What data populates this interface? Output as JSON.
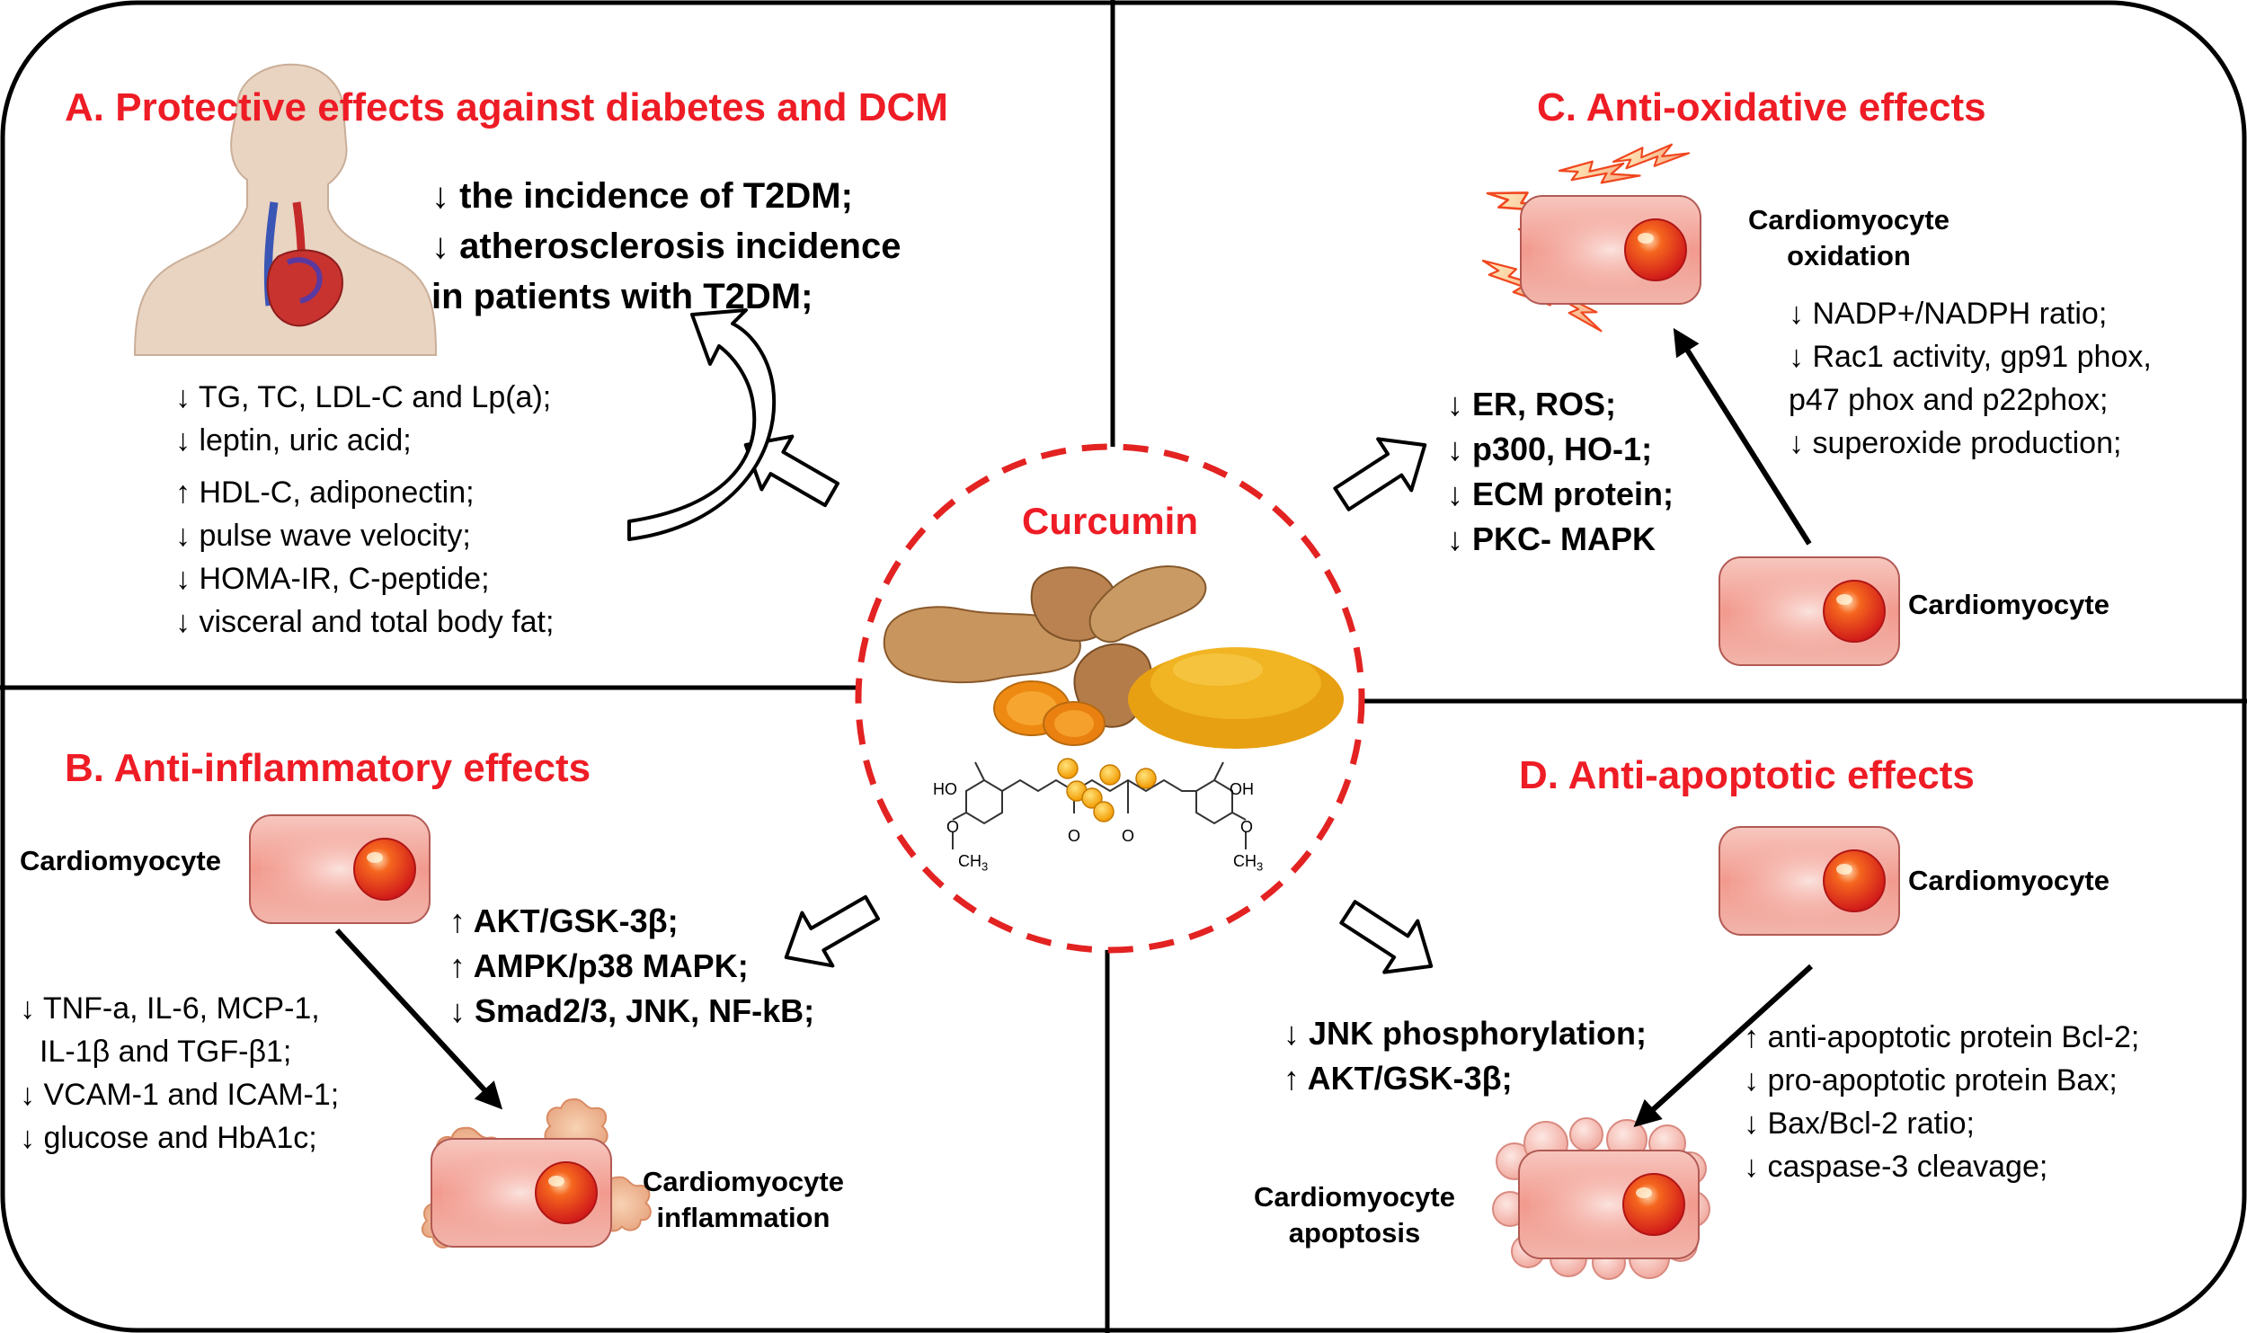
{
  "center": {
    "label": "Curcumin"
  },
  "panel_a": {
    "title": "A. Protective effects against diabetes and DCM",
    "headline": [
      "↓ the incidence of T2DM;",
      "↓ atherosclerosis incidence",
      "in patients with T2DM;"
    ],
    "items": [
      "↓ TG, TC, LDL-C and Lp(a);",
      "↓ leptin, uric acid;",
      "↑ HDL-C, adiponectin;",
      "↓ pulse wave velocity;",
      "↓ HOMA-IR, C-peptide;",
      "↓ visceral and total body fat;"
    ]
  },
  "panel_b": {
    "title": "B. Anti-inflammatory effects",
    "cell_label": "Cardiomyocyte",
    "pathways": [
      "↑ AKT/GSK-3β;",
      "↑ AMPK/p38 MAPK;",
      "↓ Smad2/3, JNK, NF-kB;"
    ],
    "items": [
      "↓ TNF-a, IL-6, MCP-1,",
      "IL-1β and TGF-β1;",
      "↓ VCAM-1 and ICAM-1;",
      "↓ glucose and HbA1c;"
    ],
    "result_label": [
      "Cardiomyocyte",
      "inflammation"
    ]
  },
  "panel_c": {
    "title": "C. Anti-oxidative effects",
    "result_label": [
      "Cardiomyocyte",
      "oxidation"
    ],
    "items": [
      "↓ NADP+/NADPH ratio;",
      "↓ Rac1 activity, gp91 phox,",
      "p47 phox and p22phox;",
      "↓ superoxide production;"
    ],
    "pathways": [
      "↓ ER, ROS;",
      "↓ p300, HO-1;",
      "↓ ECM protein;",
      "↓ PKC- MAPK"
    ],
    "cell_label": "Cardiomyocyte"
  },
  "panel_d": {
    "title": "D. Anti-apoptotic effects",
    "cell_label": "Cardiomyocyte",
    "pathways": [
      "↓ JNK phosphorylation;",
      "↑ AKT/GSK-3β;"
    ],
    "items": [
      "↑ anti-apoptotic protein Bcl-2;",
      "↓ pro-apoptotic protein Bax;",
      "↓ Bax/Bcl-2 ratio;",
      "↓ caspase-3 cleavage;"
    ],
    "result_label": [
      "Cardiomyocyte",
      "apoptosis"
    ]
  },
  "chemical": {
    "oh_left": "HO",
    "oh_right": "OH",
    "o_left": "O",
    "o_right": "O",
    "ch3_left": "CH",
    "ch3_right": "CH",
    "sub3": "3",
    "keto_left": "O",
    "keto_right": "O"
  },
  "colors": {
    "title_red": "#ee1c25",
    "cell_fill": "#f4b6ac",
    "nucleus": "#e8281c",
    "border": "#000000"
  }
}
